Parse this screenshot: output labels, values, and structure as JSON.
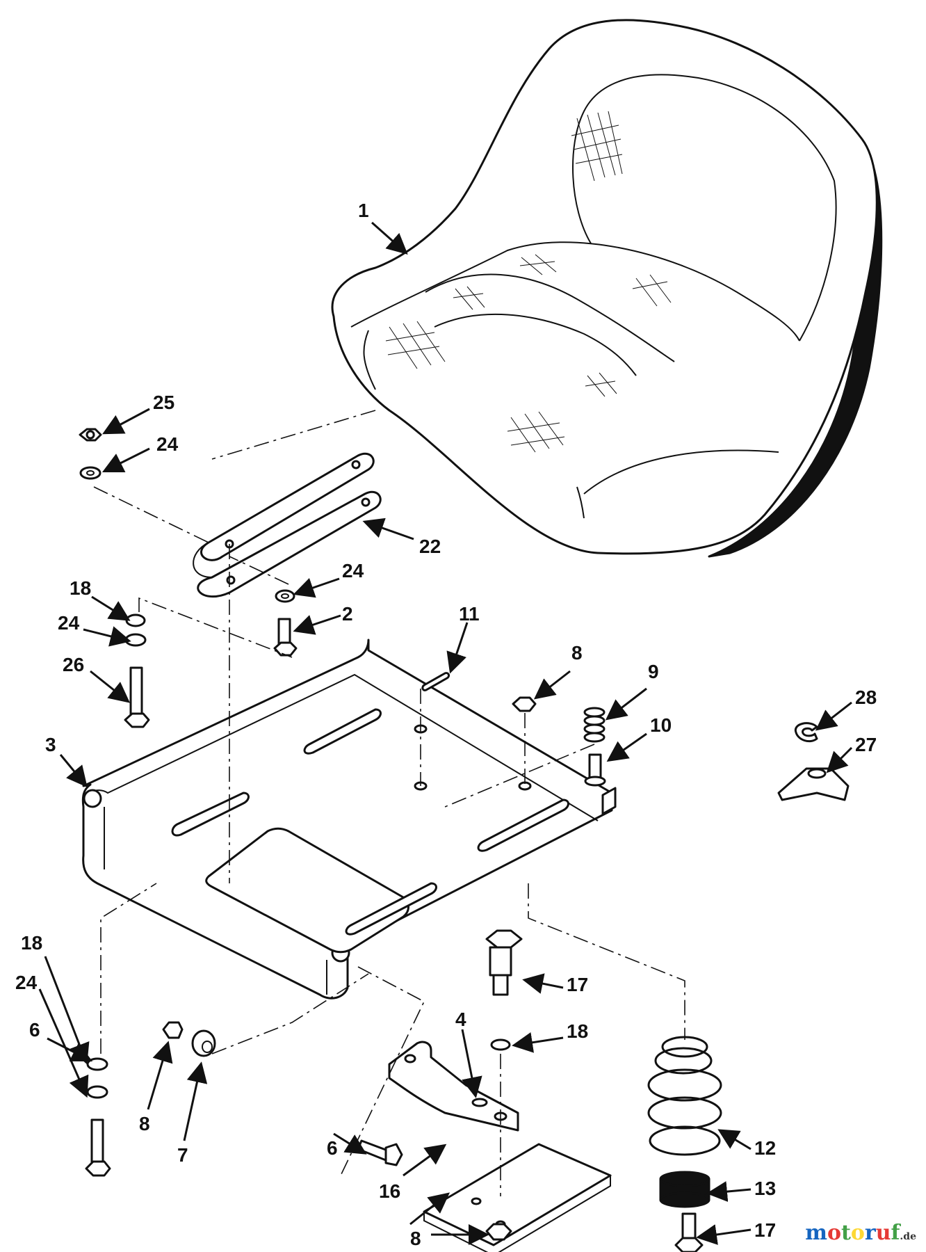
{
  "callouts": {
    "c1": "1",
    "c2": "2",
    "c3": "3",
    "c4": "4",
    "c6a": "6",
    "c6b": "6",
    "c7": "7",
    "c8a": "8",
    "c8b": "8",
    "c8c": "8",
    "c9": "9",
    "c10": "10",
    "c11": "11",
    "c12": "12",
    "c13": "13",
    "c16": "16",
    "c17a": "17",
    "c17b": "17",
    "c18a": "18",
    "c18b": "18",
    "c18c": "18",
    "c22": "22",
    "c24a": "24",
    "c24b": "24",
    "c24c": "24",
    "c24d": "24",
    "c25": "25",
    "c26": "26",
    "c27": "27",
    "c28": "28"
  },
  "watermark": {
    "brand": "motoruf",
    "tld": ".de",
    "colors": [
      "#1565c0",
      "#e53935",
      "#43a047",
      "#fdd835",
      "#1565c0",
      "#e53935",
      "#43a047"
    ]
  }
}
